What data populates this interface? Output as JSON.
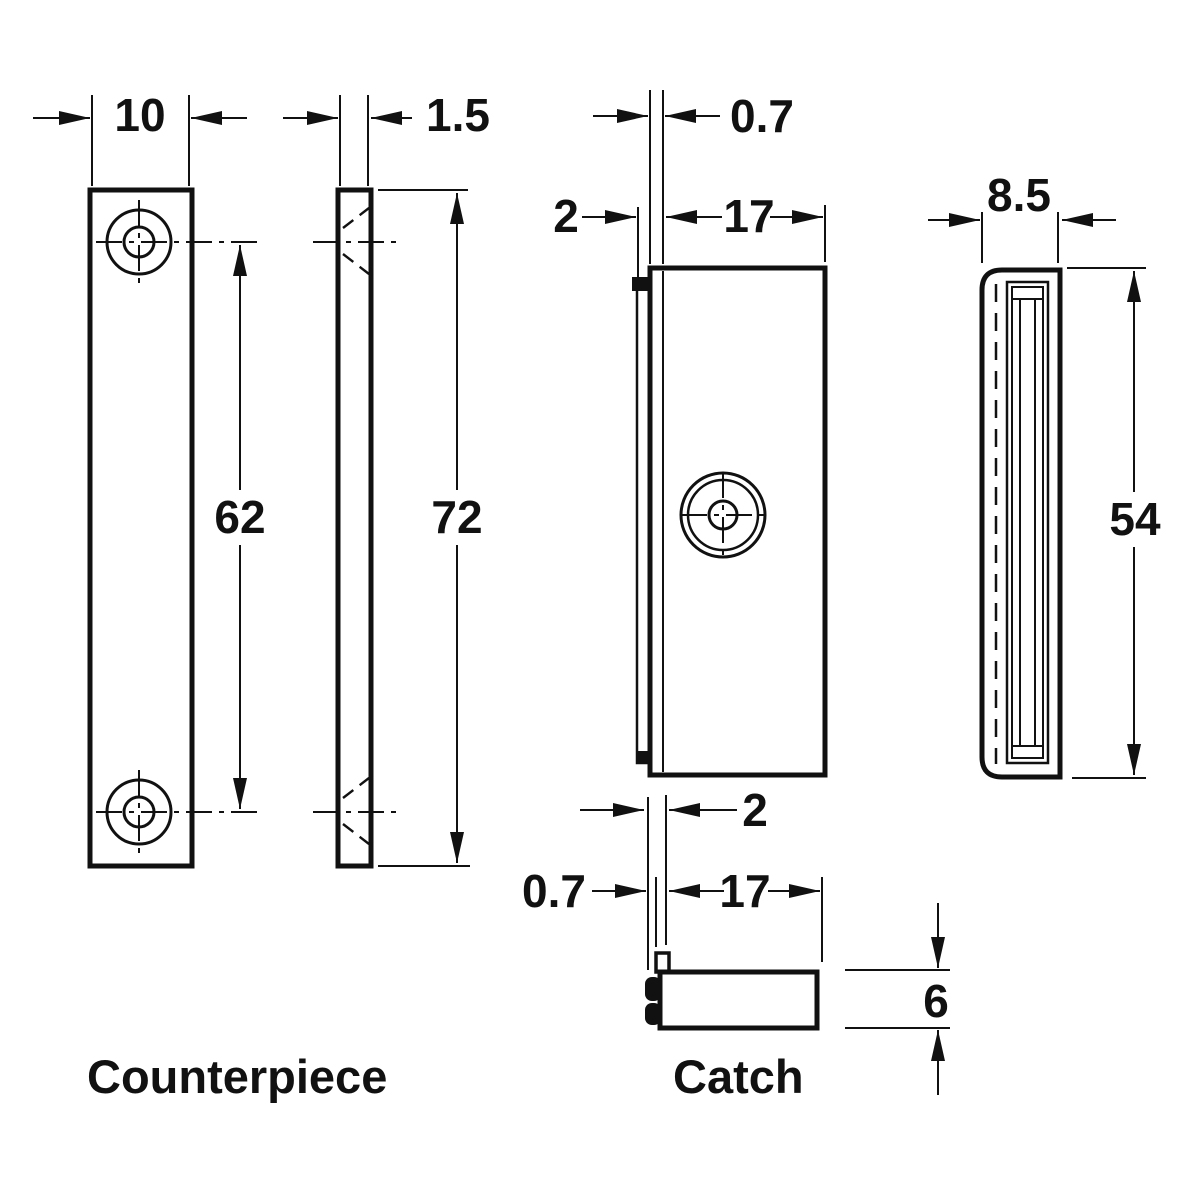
{
  "colors": {
    "ink": "#111111",
    "background": "#ffffff"
  },
  "labels": {
    "counterpiece": "Counterpiece",
    "catch": "Catch"
  },
  "counterpiece": {
    "dims": {
      "front_width": "10",
      "plate_thickness": "1.5",
      "hole_spacing": "62",
      "height": "72"
    }
  },
  "catch": {
    "dims": {
      "top_plate_thickness": "0.7",
      "top_offset": "2",
      "top_width": "17",
      "side_depth": "8.5",
      "side_height": "54",
      "bottom_offset": "2",
      "bottom_plate_thickness": "0.7",
      "bottom_width": "17",
      "bottom_body_depth": "6"
    }
  }
}
